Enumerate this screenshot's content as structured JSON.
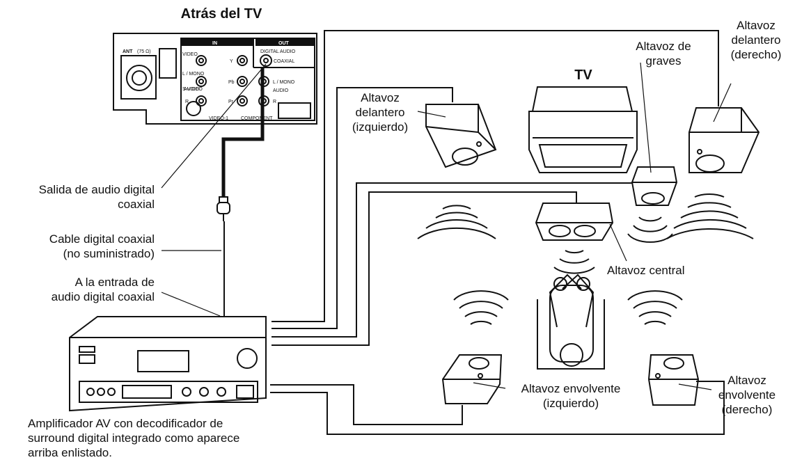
{
  "title_back": "Atrás del TV",
  "tv_label": "TV",
  "panel": {
    "ant": "ANT",
    "ant_ohm": "(75 Ω)",
    "in": "IN",
    "out": "OUT",
    "video": "VIDEO",
    "y": "Y",
    "l_mono": "L / MONO",
    "audio": "AUDIO",
    "r": "R",
    "pb": "Pb",
    "pr": "Pr",
    "svideo": "S-VIDEO",
    "video1": "VIDEO-1",
    "component": "COMPONENT",
    "digital_audio": "DIGITAL AUDIO",
    "coaxial": "COAXIAL",
    "out_l_mono": "L / MONO",
    "out_audio": "AUDIO",
    "out_r": "R"
  },
  "labels": {
    "salida": "Salida de audio digital\ncoaxial",
    "cable": "Cable digital coaxial\n(no suministrado)",
    "entrada": "A la entrada de\naudio digital coaxial",
    "amplificador": "Amplificador AV con decodificador de\nsurround digital integrado como aparece\narriba enlistado.",
    "front_left": "Altavoz\ndelantero\n(izquierdo)",
    "front_right": "Altavoz\ndelantero\n(derecho)",
    "subwoofer": "Altavoz de\ngraves",
    "center": "Altavoz central",
    "surround_left": "Altavoz envolvente\n(izquierdo)",
    "surround_right": "Altavoz\nenvolvente\n(derecho)"
  }
}
